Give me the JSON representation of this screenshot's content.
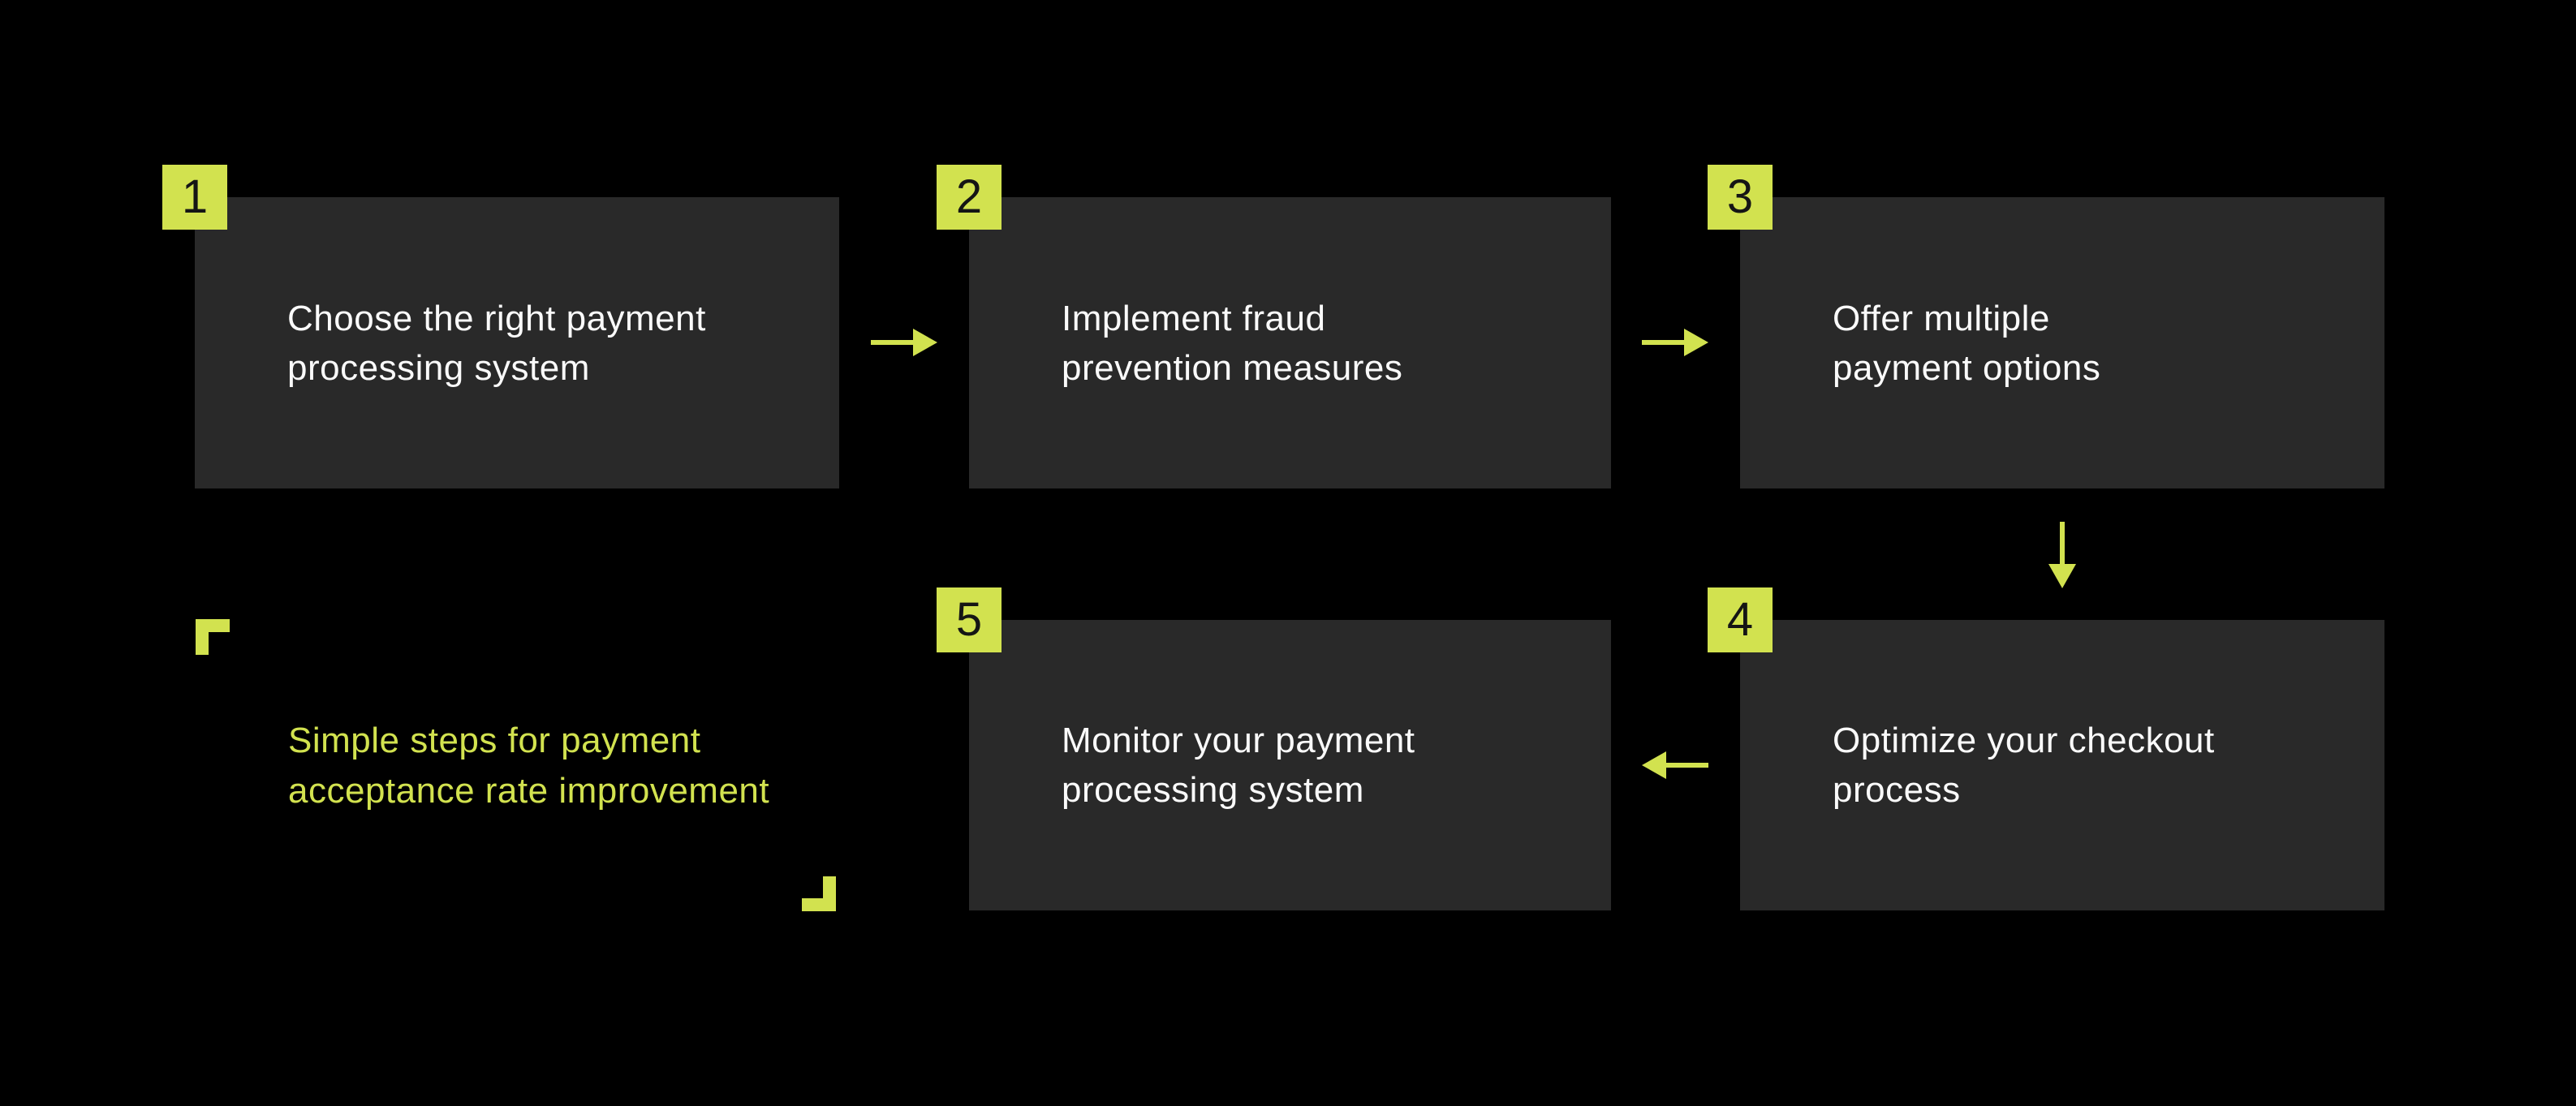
{
  "colors": {
    "background": "#000000",
    "box": "#292929",
    "accent": "#D2E24F",
    "box_text": "#FAFAFA",
    "badge_text": "#151515"
  },
  "title": {
    "lines": [
      "Simple steps for payment",
      "acceptance rate improvement"
    ]
  },
  "steps": [
    {
      "number": "1",
      "lines": [
        "Choose the right payment",
        "processing system"
      ]
    },
    {
      "number": "2",
      "lines": [
        "Implement fraud",
        "prevention measures"
      ]
    },
    {
      "number": "3",
      "lines": [
        "Offer multiple",
        "payment options"
      ]
    },
    {
      "number": "4",
      "lines": [
        "Optimize your checkout",
        "process"
      ]
    },
    {
      "number": "5",
      "lines": [
        "Monitor your payment",
        "processing system"
      ]
    }
  ],
  "icons": {
    "flow_1_to_2": "right-arrow-icon",
    "flow_2_to_3": "right-arrow-icon",
    "flow_3_to_4": "down-arrow-icon",
    "flow_4_to_5": "left-arrow-icon",
    "title_top_left": "corner-bracket-top-left-icon",
    "title_bottom_right": "corner-bracket-bottom-right-icon"
  }
}
